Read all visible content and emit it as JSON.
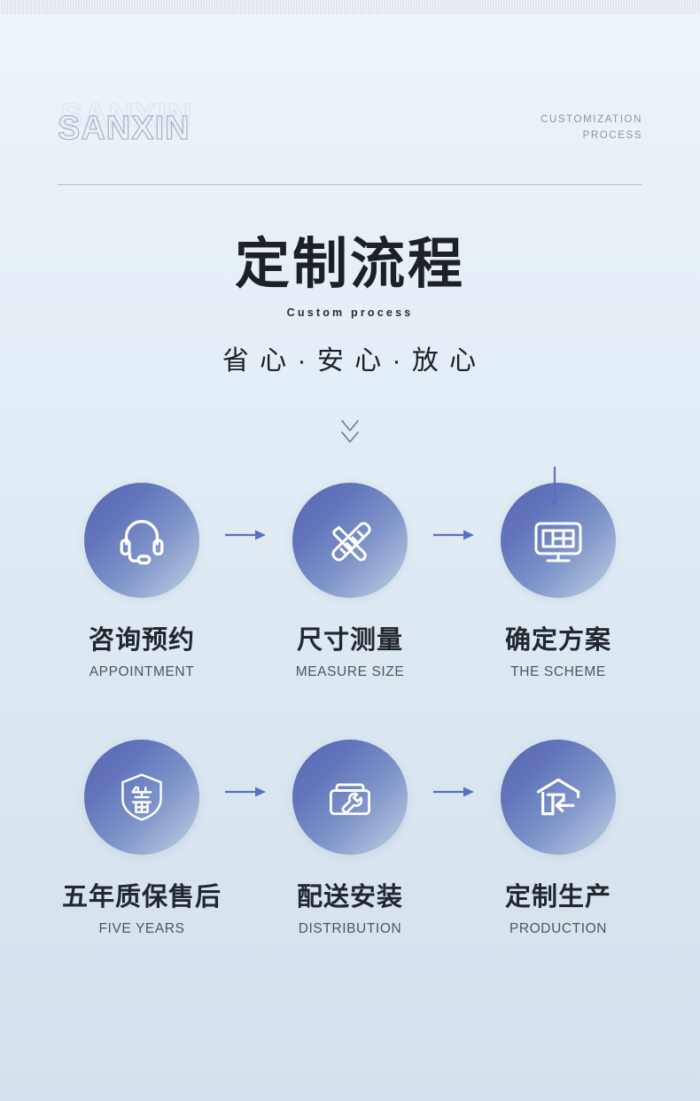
{
  "brand": {
    "logo_text": "SANXIN",
    "corner_line1": "CUSTOMIZATION",
    "corner_line2": "PROCESS"
  },
  "title": {
    "main": "定制流程",
    "sub_en": "Custom process",
    "slogan": "省 心 · 安 心 · 放 心"
  },
  "colors": {
    "accent": "#5867b0",
    "arrow": "#5b6fbd",
    "title": "#1d2026",
    "bg_top": "#eef4fa",
    "bg_bottom": "#d4e1ec"
  },
  "steps": [
    {
      "icon": "headset-icon",
      "cn": "咨询预约",
      "en": "APPOINTMENT"
    },
    {
      "icon": "ruler-pencil-icon",
      "cn": "尺寸测量",
      "en": "MEASURE SIZE"
    },
    {
      "icon": "monitor-plan-icon",
      "cn": "确定方案",
      "en": "THE SCHEME"
    },
    {
      "icon": "shield-sale-icon",
      "cn": "五年质保售后",
      "en": "FIVE YEARS"
    },
    {
      "icon": "toolbox-icon",
      "cn": "配送安装",
      "en": "DISTRIBUTION"
    },
    {
      "icon": "warehouse-icon",
      "cn": "定制生产",
      "en": "PRODUCTION"
    }
  ],
  "connectors": {
    "arrow_right": "arrow-right-icon",
    "arrow_down": "arrow-down-icon",
    "chevron": "chevron-down-icon"
  }
}
